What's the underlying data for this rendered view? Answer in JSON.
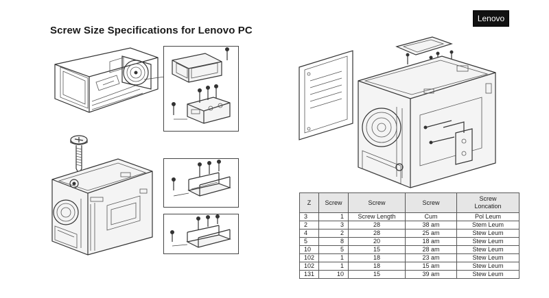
{
  "header": {
    "title": "Screw Size Specifications for Lenovo PC",
    "logo_text": "Lenovo"
  },
  "table": {
    "headers": [
      "Z",
      "Screw",
      "Screw",
      "Screw",
      "Screw\nLoncation"
    ],
    "rows": [
      [
        "3",
        "1",
        "Screw Length",
        "Cum",
        "Pol Leum"
      ],
      [
        "2",
        "3",
        "28",
        "38 am",
        "Stem Leum"
      ],
      [
        "4",
        "2",
        "28",
        "25 am",
        "Stew Leum"
      ],
      [
        "5",
        "8",
        "20",
        "18 am",
        "Stew Leum"
      ],
      [
        "10",
        "5",
        "15",
        "28 am",
        "Stew Leum"
      ],
      [
        "102",
        "1",
        "18",
        "23 am",
        "Stew Leum"
      ],
      [
        "102",
        "1",
        "18",
        "15 am",
        "Stew Leum"
      ],
      [
        "131",
        "10",
        "15",
        "39 am",
        "Stew Leum"
      ]
    ]
  }
}
